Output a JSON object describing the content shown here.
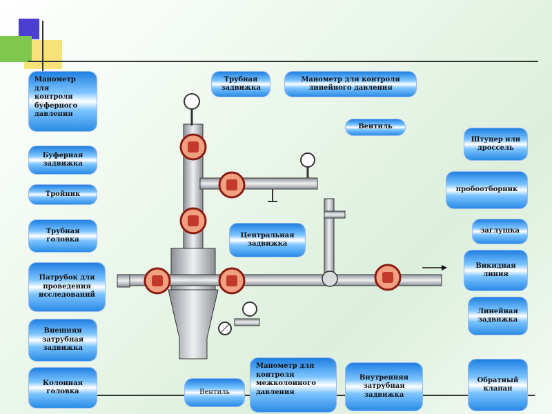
{
  "labels": {
    "buffer_gauge": "Манометр\nдля\nконтроля\nбуферного\nдавления",
    "buffer_valve": "Буферная\nзадвижка",
    "tee": "Тройник",
    "tubing_head": "Трубная\nголовка",
    "test_nozzle": "Патрубок для\nпроведения\nисследований",
    "outer_annulus_valve": "Внешняя\nзатрубная\nзадвижка",
    "casing_head": "Колонная\nголовка",
    "tubing_valve": "Трубная\nзадвижка",
    "line_gauge": "Манометр для контроля\nлинейного давления",
    "vent_top": "Вентиль",
    "central_valve": "Центральная\nзадвижка",
    "vent_bottom": "Вентиль",
    "intercasing_gauge": "Манометр для\nконтроля\nмежколонного\nдавления",
    "inner_annulus_valve": "Внутренняя\nзатрубная\nзадвижка",
    "choke": "Штуцер или\nдроссель",
    "sampler": "пробоотборник",
    "plug": "заглушка",
    "flow_line": "Викидная\nлиния",
    "line_valve": "Линейная\nзадвижка",
    "check_valve": "Обратный\nклапан"
  },
  "colors": {
    "callout": "#2a8be6",
    "valve": "#c0392b",
    "pipe": "#b8bcc2"
  }
}
